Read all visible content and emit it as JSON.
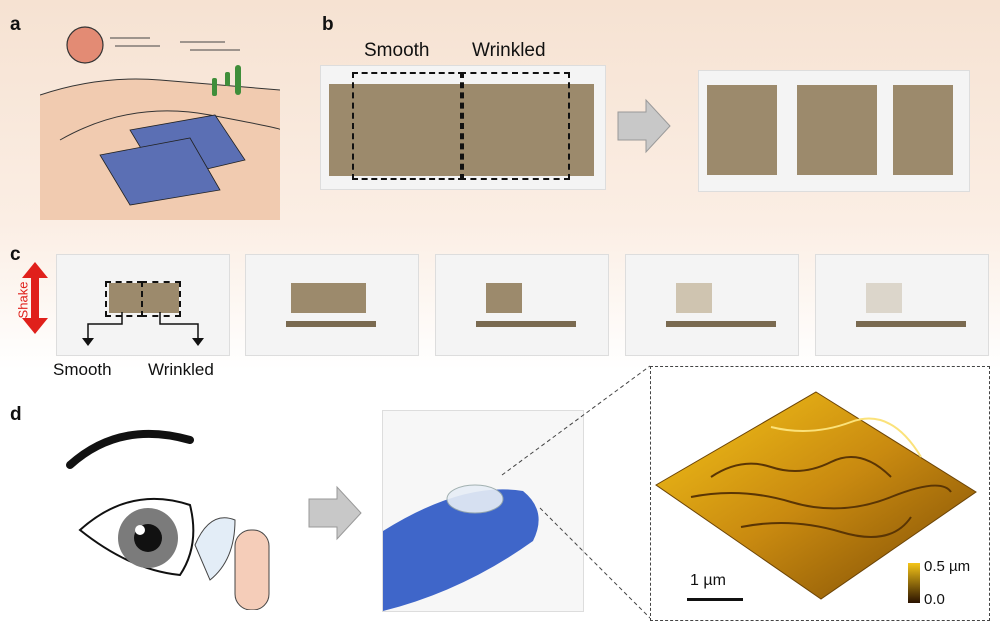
{
  "panels": {
    "a": "a",
    "b": "b",
    "c": "c",
    "d": "d"
  },
  "panel_b": {
    "smooth_label": "Smooth",
    "wrinkled_label": "Wrinkled"
  },
  "panel_c": {
    "shake_label": "Shake",
    "smooth_label": "Smooth",
    "wrinkled_label": "Wrinkled"
  },
  "panel_d": {
    "scale_bar_label": "1 µm",
    "colorbar_max": "0.5 µm",
    "colorbar_min": "0.0"
  },
  "colors": {
    "shake_arrow": "#e0201b",
    "dust": "#9c8a6c",
    "afm_high": "#f5c518",
    "afm_low": "#2a1200",
    "finger_blue": "#3f66c9"
  }
}
